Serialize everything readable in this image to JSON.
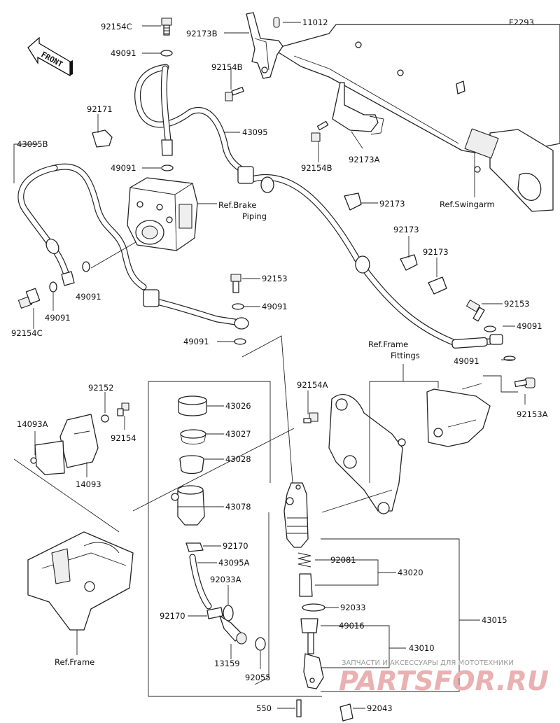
{
  "figure_code": "F2293",
  "front_arrow_text": "FRONT",
  "watermark": {
    "line1": "ЗАПЧАСТИ И АКСЕССУАРЫ ДЛЯ МОТОТЕХНИКИ",
    "line2": "PARTSFOR.RU"
  },
  "labels": [
    {
      "id": "92154C-top",
      "text": "92154C"
    },
    {
      "id": "49091-a",
      "text": "49091"
    },
    {
      "id": "92173B",
      "text": "92173B"
    },
    {
      "id": "11012",
      "text": "11012"
    },
    {
      "id": "92154B-a",
      "text": "92154B"
    },
    {
      "id": "92171",
      "text": "92171"
    },
    {
      "id": "43095",
      "text": "43095"
    },
    {
      "id": "43095B",
      "text": "43095B"
    },
    {
      "id": "92154B-b",
      "text": "92154B"
    },
    {
      "id": "92173A",
      "text": "92173A"
    },
    {
      "id": "49091-b",
      "text": "49091"
    },
    {
      "id": "ref-brake-1",
      "text": "Ref.Brake"
    },
    {
      "id": "ref-brake-2",
      "text": "Piping"
    },
    {
      "id": "92173-a",
      "text": "92173"
    },
    {
      "id": "ref-swingarm",
      "text": "Ref.Swingarm"
    },
    {
      "id": "92173-b",
      "text": "92173"
    },
    {
      "id": "92173-c",
      "text": "92173"
    },
    {
      "id": "49091-c",
      "text": "49091"
    },
    {
      "id": "92153-a",
      "text": "92153"
    },
    {
      "id": "49091-d",
      "text": "49091"
    },
    {
      "id": "49091-e",
      "text": "49091"
    },
    {
      "id": "92154C-bot",
      "text": "92154C"
    },
    {
      "id": "92153-b",
      "text": "92153"
    },
    {
      "id": "49091-f",
      "text": "49091"
    },
    {
      "id": "49091-g",
      "text": "49091"
    },
    {
      "id": "ref-frame-fit-1",
      "text": "Ref.Frame"
    },
    {
      "id": "ref-frame-fit-2",
      "text": "Fittings"
    },
    {
      "id": "49091-h",
      "text": "49091"
    },
    {
      "id": "92152",
      "text": "92152"
    },
    {
      "id": "92154A",
      "text": "92154A"
    },
    {
      "id": "92153A",
      "text": "92153A"
    },
    {
      "id": "14093A",
      "text": "14093A"
    },
    {
      "id": "43026",
      "text": "43026"
    },
    {
      "id": "92154",
      "text": "92154"
    },
    {
      "id": "43027",
      "text": "43027"
    },
    {
      "id": "43028",
      "text": "43028"
    },
    {
      "id": "14093",
      "text": "14093"
    },
    {
      "id": "43078",
      "text": "43078"
    },
    {
      "id": "92170-a",
      "text": "92170"
    },
    {
      "id": "43095A",
      "text": "43095A"
    },
    {
      "id": "92081",
      "text": "92081"
    },
    {
      "id": "92033A",
      "text": "92033A"
    },
    {
      "id": "43020",
      "text": "43020"
    },
    {
      "id": "92033",
      "text": "92033"
    },
    {
      "id": "92170-b",
      "text": "92170"
    },
    {
      "id": "43015",
      "text": "43015"
    },
    {
      "id": "49016",
      "text": "49016"
    },
    {
      "id": "43010",
      "text": "43010"
    },
    {
      "id": "13159",
      "text": "13159"
    },
    {
      "id": "ref-frame",
      "text": "Ref.Frame"
    },
    {
      "id": "92055",
      "text": "92055"
    },
    {
      "id": "550",
      "text": "550"
    },
    {
      "id": "92043",
      "text": "92043"
    }
  ]
}
